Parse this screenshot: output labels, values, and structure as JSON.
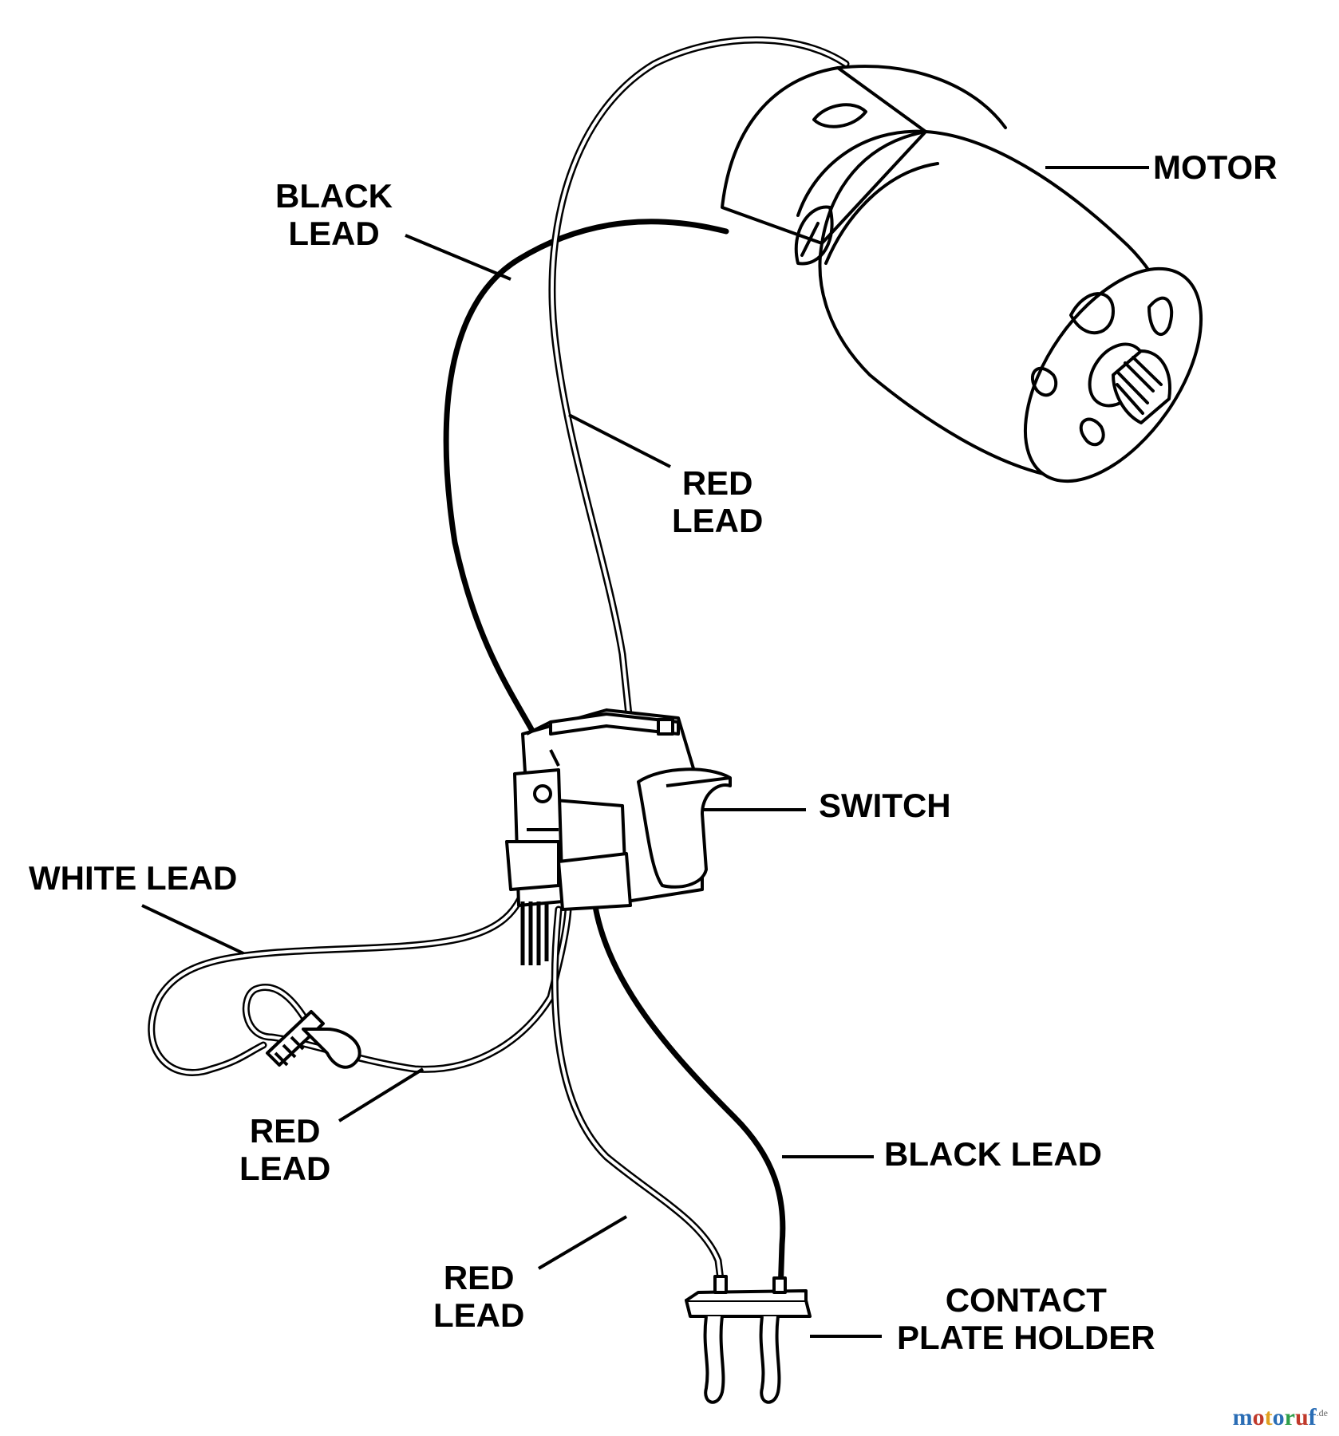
{
  "labels": {
    "motor": "MOTOR",
    "black_lead_top": [
      "BLACK",
      "LEAD"
    ],
    "red_lead_top": [
      "RED",
      "LEAD"
    ],
    "switch": "SWITCH",
    "white_lead": "WHITE LEAD",
    "red_lead_left": [
      "RED",
      "LEAD"
    ],
    "black_lead_bottom": "BLACK LEAD",
    "red_lead_bottom": [
      "RED",
      "LEAD"
    ],
    "contact_plate_holder": [
      "CONTACT",
      "PLATE HOLDER"
    ]
  },
  "watermark": {
    "letters": [
      "m",
      "o",
      "t",
      "o",
      "r",
      "u",
      "f"
    ],
    "suffix": ".de"
  },
  "colors": {
    "line": "#000000",
    "background": "#ffffff",
    "watermark_letters": [
      "#2a6db5",
      "#c0392b",
      "#e0a020",
      "#2a6db5",
      "#2e9e4a",
      "#c0392b",
      "#2a6db5"
    ]
  }
}
